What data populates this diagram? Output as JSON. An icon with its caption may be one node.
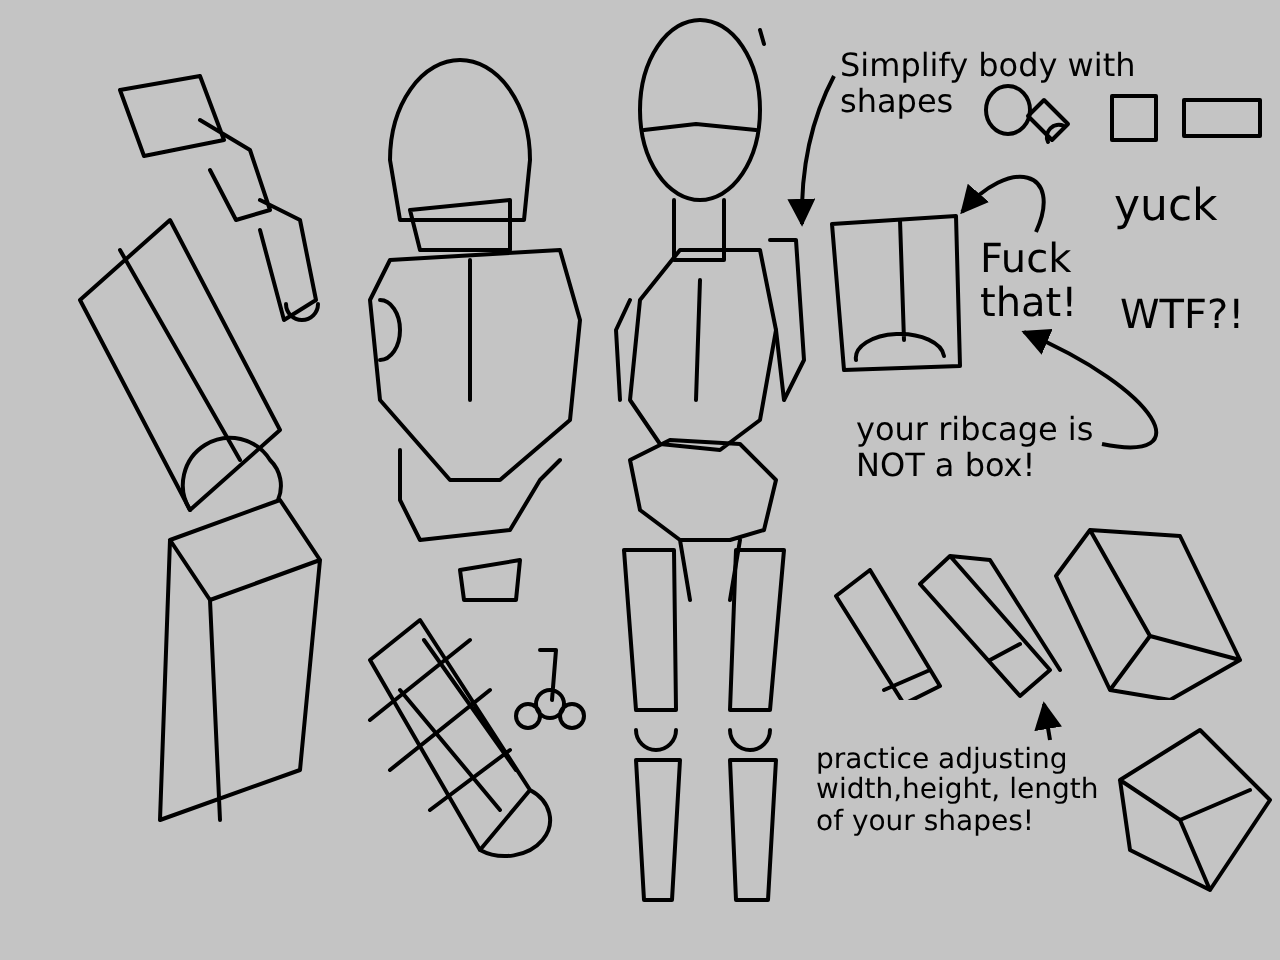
{
  "diagram": {
    "nodes": [
      {
        "text": [
          "Simplify body with shapes"
        ]
      },
      {
        "text": [],
        "shape": "picture"
      },
      {
        "text": [],
        "shape": "picture"
      },
      {
        "text": [
          "Fuck that!"
        ]
      },
      {
        "text": [
          "yuck"
        ]
      },
      {
        "text": [
          "WTF?!"
        ]
      },
      {
        "text": [
          "your ribcage is NOT a box!"
        ]
      },
      {
        "text": [],
        "shape": "picture"
      },
      {
        "text": [
          "practice adjusting width,height, length of your shapes!"
        ]
      }
    ],
    "edges": [
      {
        "from": 0,
        "to": 1,
        "arrow": "to"
      },
      {
        "from": 3,
        "to": 2,
        "arrow": "to"
      },
      {
        "from": 6,
        "to": 3,
        "arrow": "to"
      },
      {
        "from": 8,
        "to": 7,
        "arrow": "to"
      }
    ]
  }
}
